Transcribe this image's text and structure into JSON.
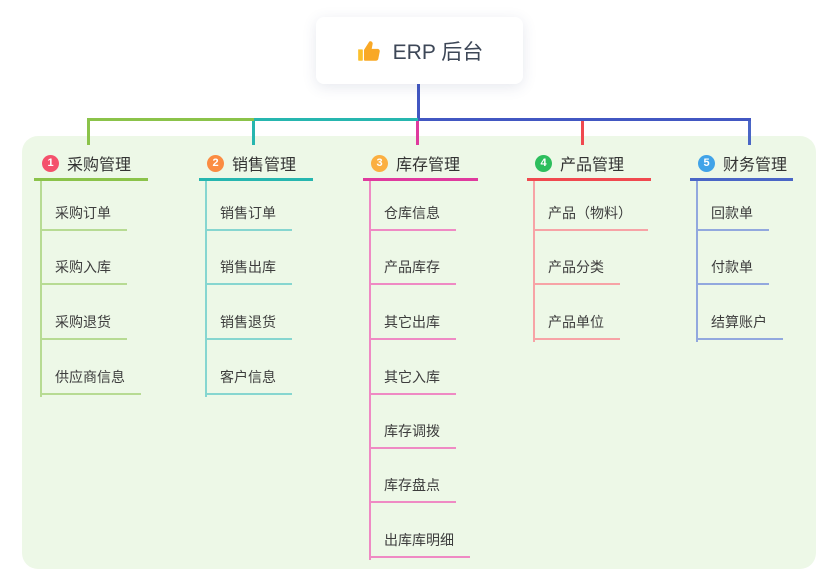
{
  "root": {
    "label": "ERP 后台",
    "icon": "thumbs-up-icon"
  },
  "colors": {
    "panel_bg": "#edf8e7",
    "connector_blue": "#4257c2",
    "branch_line_colors": [
      "#8bc34a",
      "#26b6af",
      "#df3a9e",
      "#f0494f",
      "#4a66c6"
    ],
    "badge_colors": [
      "#f4516c",
      "#fb8c42",
      "#fbaf41",
      "#2dbe5d",
      "#41a3e8"
    ]
  },
  "branches": [
    {
      "index": "1",
      "label": "采购管理",
      "children": [
        "采购订单",
        "采购入库",
        "采购退货",
        "供应商信息"
      ]
    },
    {
      "index": "2",
      "label": "销售管理",
      "children": [
        "销售订单",
        "销售出库",
        "销售退货",
        "客户信息"
      ]
    },
    {
      "index": "3",
      "label": "库存管理",
      "children": [
        "仓库信息",
        "产品库存",
        "其它出库",
        "其它入库",
        "库存调拨",
        "库存盘点",
        "出库库明细"
      ]
    },
    {
      "index": "4",
      "label": "产品管理",
      "children": [
        "产品（物料）",
        "产品分类",
        "产品单位"
      ]
    },
    {
      "index": "5",
      "label": "财务管理",
      "children": [
        "回款单",
        "付款单",
        "结算账户"
      ]
    }
  ]
}
